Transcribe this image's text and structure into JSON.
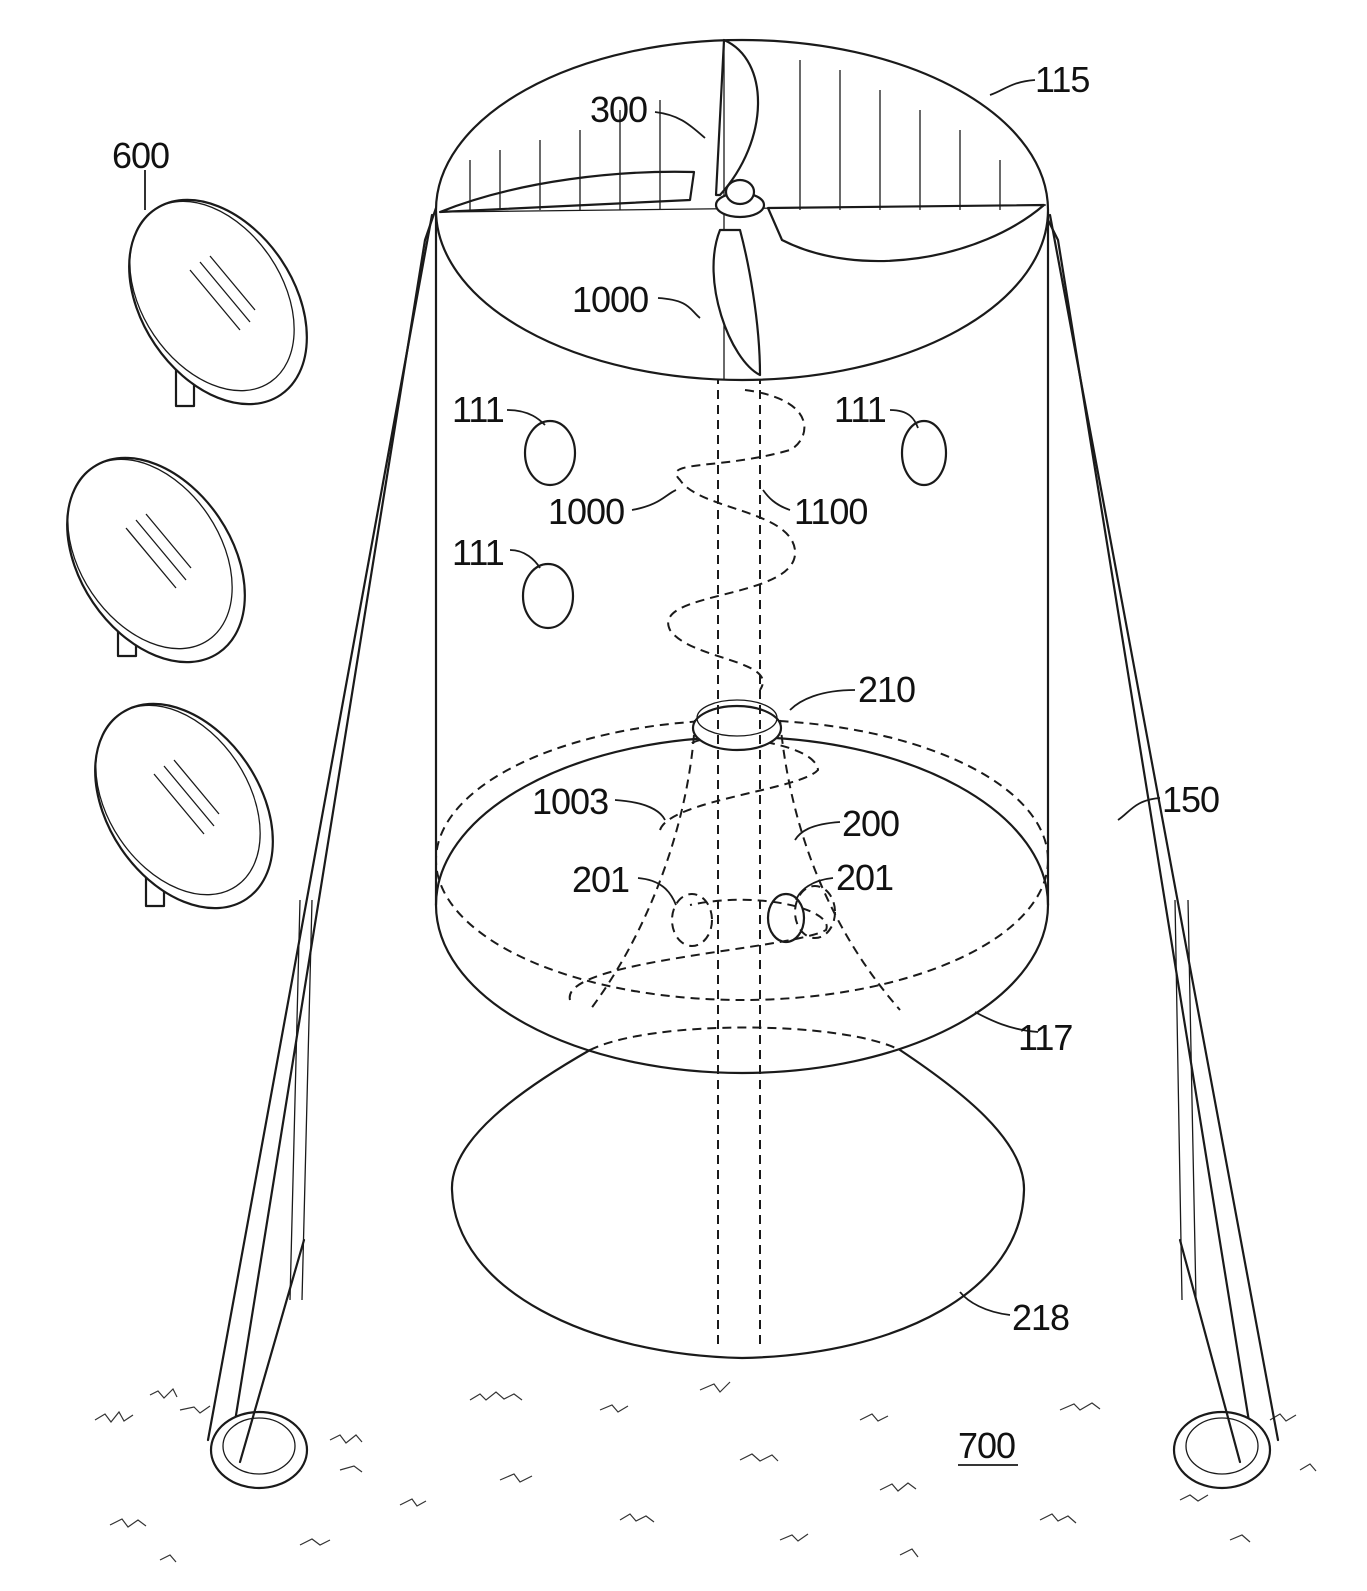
{
  "labels": {
    "rotor": "300",
    "top_rim": "115",
    "panel": "600",
    "helix_upper": "1000",
    "helix_mid": "1000",
    "shaft_coil": "1100",
    "vent_left_upper": "111",
    "vent_right": "111",
    "vent_left_lower": "111",
    "collar": "210",
    "inner_coil": "1003",
    "cone": "200",
    "cone_port_left": "201",
    "cone_port_right": "201",
    "leg": "150",
    "bottom_rim": "117",
    "cone_base": "218",
    "ground": "700"
  },
  "colors": {
    "ink": "#1a1a1a",
    "paper": "#ffffff"
  }
}
